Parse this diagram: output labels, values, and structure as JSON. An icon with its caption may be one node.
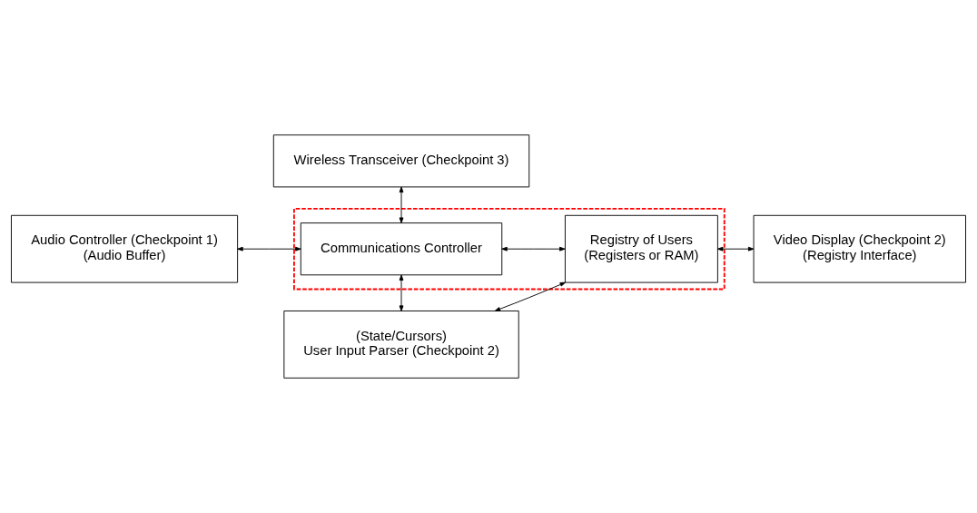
{
  "diagram": {
    "nodes": [
      {
        "text": [
          "Wireless Transceiver (Checkpoint 3)"
        ]
      },
      {
        "text": [
          "Audio Controller (Checkpoint 1)",
          "(Audio Buffer)"
        ]
      },
      {
        "text": [],
        "shape": "box"
      },
      {
        "text": [
          "Communications Controller"
        ],
        "in": 2
      },
      {
        "text": [
          "Registry of Users",
          "(Registers or RAM)"
        ],
        "in": 2
      },
      {
        "text": [
          "Video Display (Checkpoint 2)",
          "(Registry Interface)"
        ]
      },
      {
        "text": [
          "(State/Cursors)",
          "User Input Parser (Checkpoint 2)"
        ]
      }
    ],
    "edges": [
      {
        "from": 0,
        "to": 3,
        "arrow": "both"
      },
      {
        "from": 1,
        "to": 3,
        "arrow": "both"
      },
      {
        "from": 3,
        "to": 4,
        "arrow": "both"
      },
      {
        "from": 4,
        "to": 5,
        "arrow": "both"
      },
      {
        "from": 3,
        "to": 6,
        "arrow": "both"
      },
      {
        "from": 4,
        "to": 6,
        "arrow": "both"
      }
    ]
  }
}
